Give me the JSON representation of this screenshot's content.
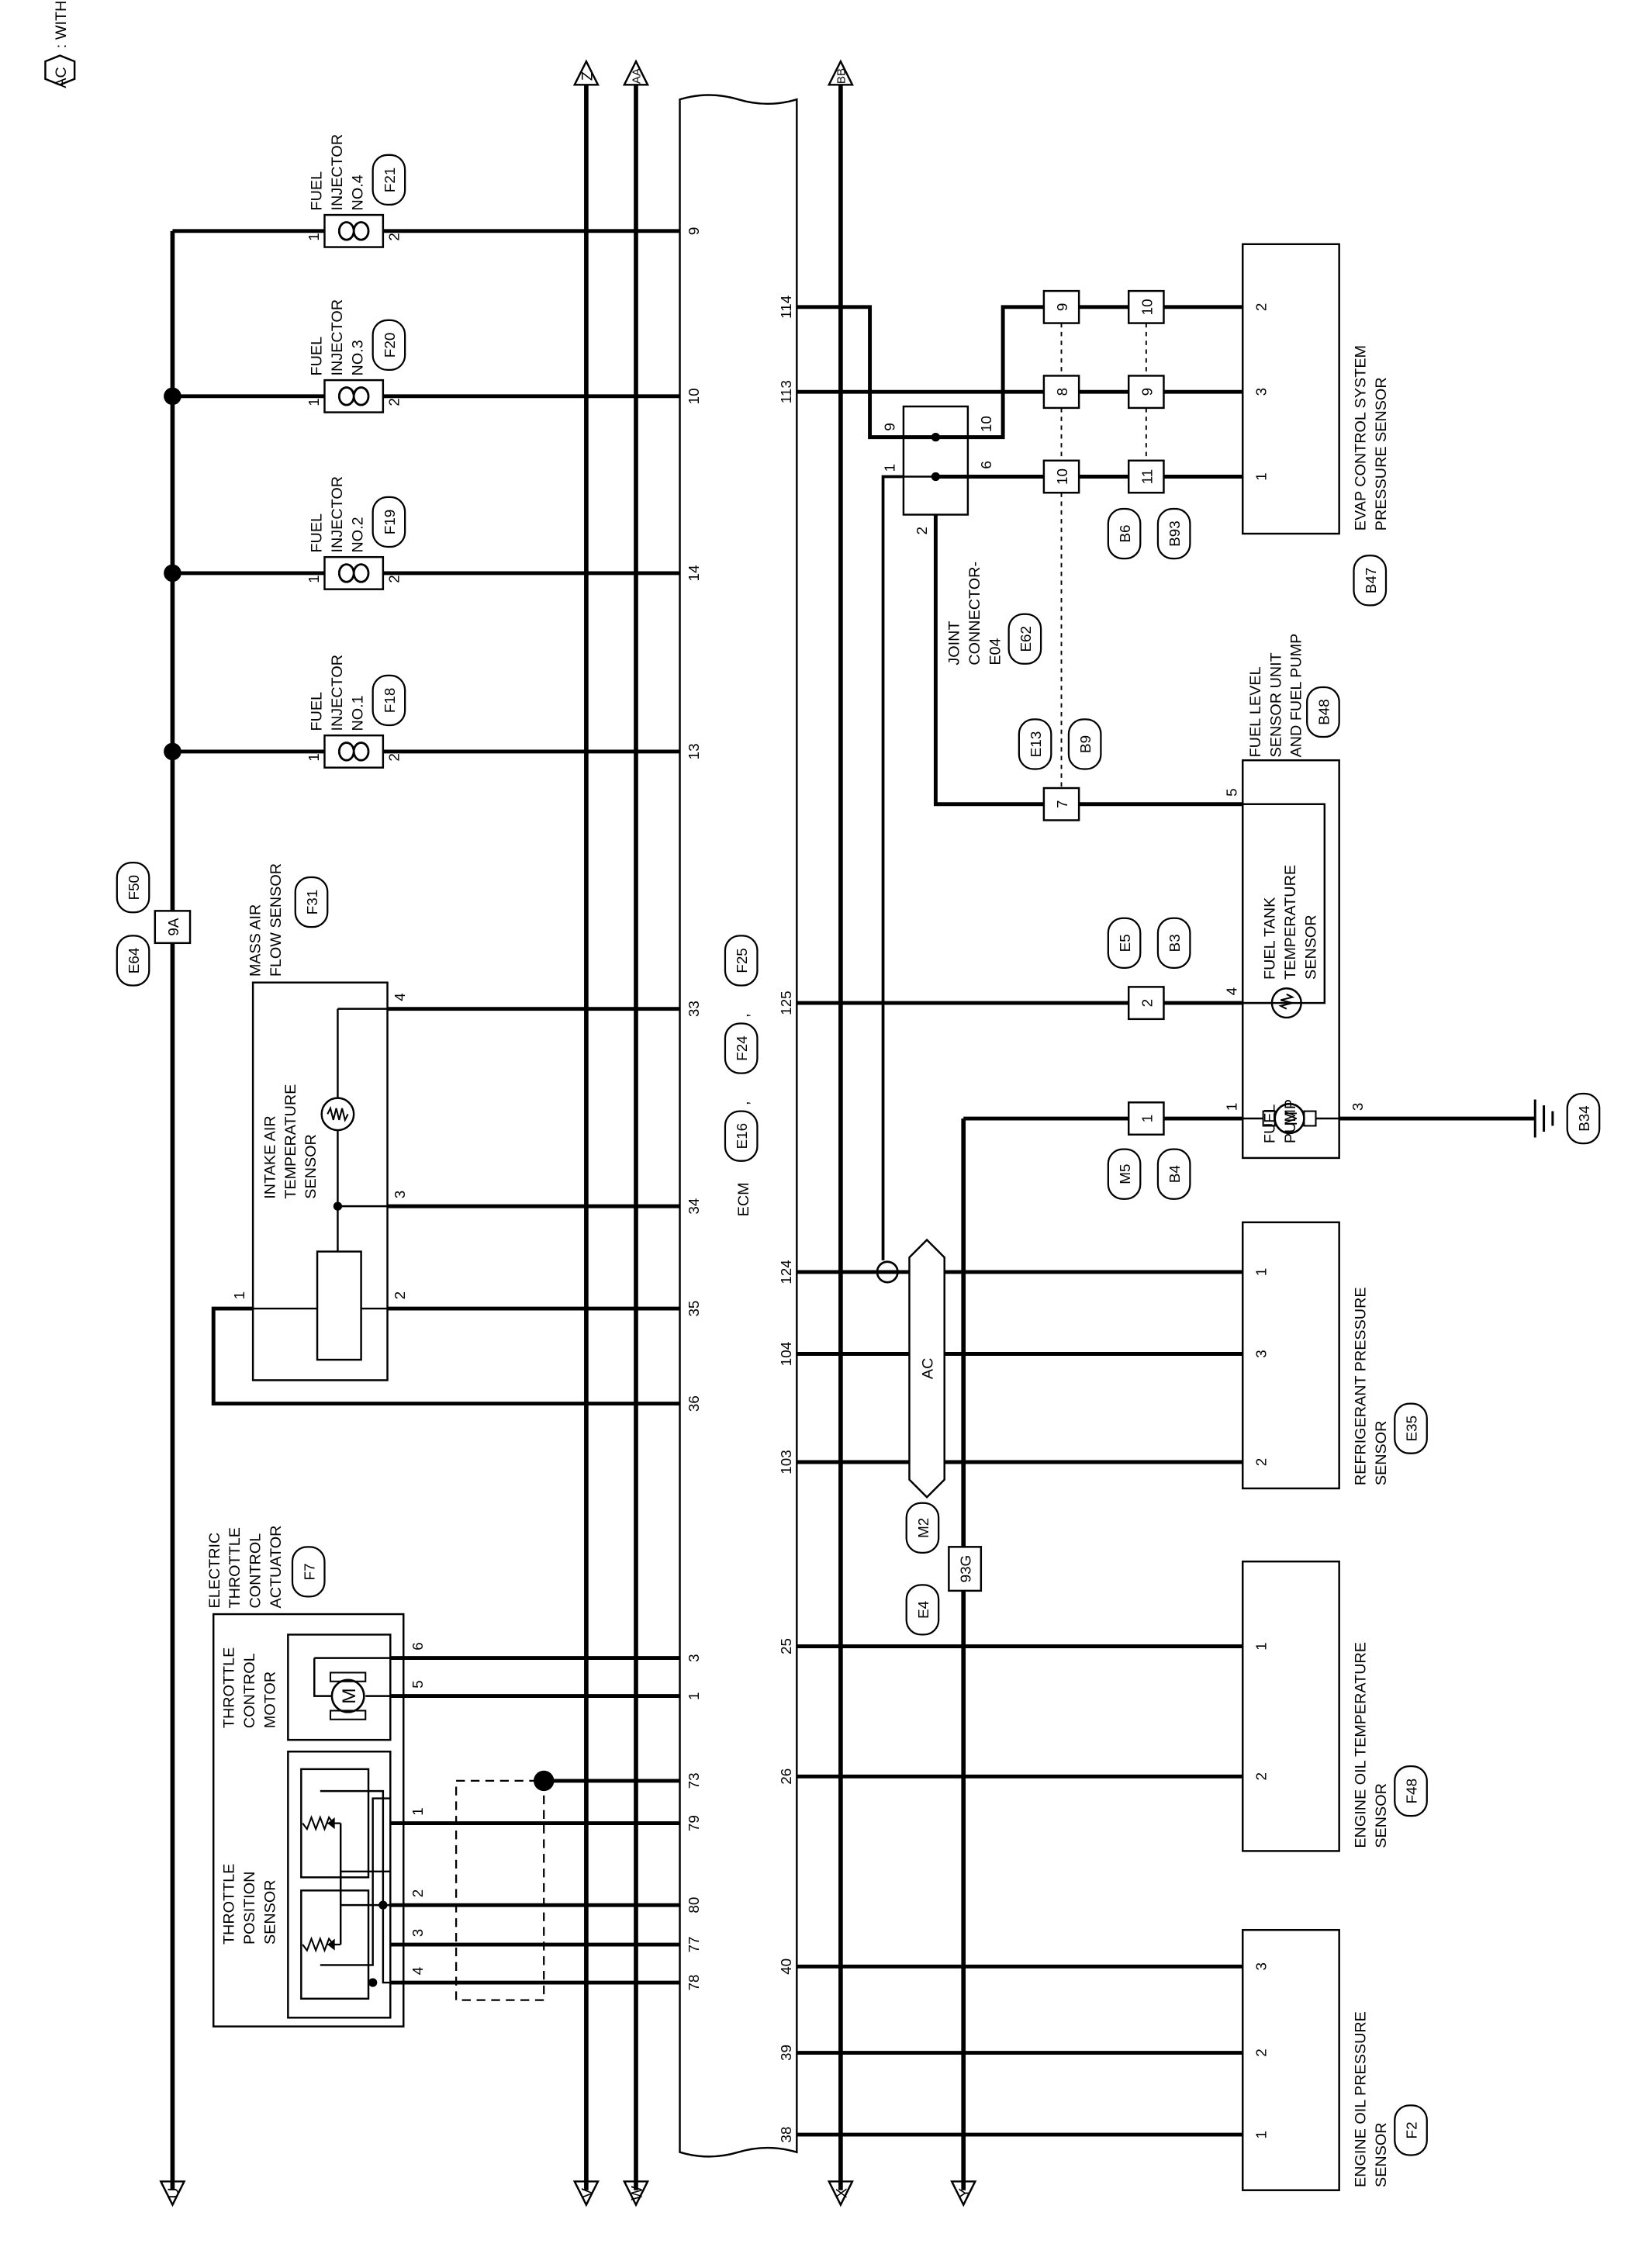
{
  "legend": {
    "code": "AC",
    "text": ": WITH A/C"
  },
  "ecm": {
    "label": "ECM",
    "connectors": [
      "E16",
      "F24",
      "F25"
    ]
  },
  "arrows": {
    "u": "U",
    "v": "V",
    "w": "W",
    "x": "X",
    "y": "Y",
    "z": "Z",
    "aa": "AA",
    "bb": "BB"
  },
  "ground": {
    "code": "B34"
  },
  "joint": {
    "name1": "E64",
    "name2": "F50",
    "pin": "9A",
    "j_lines": [
      "JOINT",
      "CONNECTOR-",
      "E04"
    ],
    "j_code": "E62",
    "p1": "1",
    "p2": "2",
    "p6": "6",
    "p9": "9",
    "p10": "10"
  },
  "inline": {
    "e13": "E13",
    "b9": "B9",
    "p7": "7",
    "e5": "E5",
    "b3": "B3",
    "p2": "2",
    "m5": "M5",
    "b4": "B4",
    "p1": "1",
    "b6": "B6",
    "b93": "B93",
    "b6_pins": [
      "9",
      "8",
      "10"
    ],
    "b93_pins": [
      "10",
      "9",
      "11"
    ],
    "ac_code": "AC",
    "m2": "M2",
    "e4": "E4",
    "p93g": "93G"
  },
  "injectors": [
    {
      "lines": [
        "FUEL",
        "INJECTOR",
        "NO.1"
      ],
      "code": "F18",
      "p1": "1",
      "p2": "2",
      "ecm_pin": "13"
    },
    {
      "lines": [
        "FUEL",
        "INJECTOR",
        "NO.2"
      ],
      "code": "F19",
      "p1": "1",
      "p2": "2",
      "ecm_pin": "14"
    },
    {
      "lines": [
        "FUEL",
        "INJECTOR",
        "NO.3"
      ],
      "code": "F20",
      "p1": "1",
      "p2": "2",
      "ecm_pin": "10"
    },
    {
      "lines": [
        "FUEL",
        "INJECTOR",
        "NO.4"
      ],
      "code": "F21",
      "p1": "1",
      "p2": "2",
      "ecm_pin": "9"
    }
  ],
  "maf": {
    "lines": [
      "MASS AIR",
      "FLOW SENSOR"
    ],
    "code": "F31",
    "iat_lines": [
      "INTAKE AIR",
      "TEMPERATURE",
      "SENSOR"
    ],
    "p1": "1",
    "p2": "2",
    "p3": "3",
    "p4": "4",
    "ecm_pins": [
      "33",
      "34",
      "35",
      "36"
    ]
  },
  "throttle": {
    "lines": [
      "ELECTRIC",
      "THROTTLE",
      "CONTROL",
      "ACTUATOR"
    ],
    "code": "F7",
    "motor_lines": [
      "THROTTLE",
      "CONTROL",
      "MOTOR"
    ],
    "tps_lines": [
      "THROTTLE",
      "POSITION",
      "SENSOR"
    ],
    "p1": "1",
    "p2": "2",
    "p3": "3",
    "p4": "4",
    "p5": "5",
    "p6": "6",
    "ecm_pins": [
      "3",
      "1",
      "73",
      "79",
      "80",
      "77",
      "78"
    ]
  },
  "evap": {
    "lines": [
      "EVAP CONTROL SYSTEM",
      "PRESSURE SENSOR"
    ],
    "code": "B47",
    "pins": [
      "2",
      "3",
      "1"
    ],
    "ecm_pins": [
      "114",
      "113"
    ]
  },
  "fuel_level": {
    "lines": [
      "FUEL LEVEL",
      "SENSOR UNIT",
      "AND FUEL PUMP"
    ],
    "code": "B48",
    "ftt_lines": [
      "FUEL TANK",
      "TEMPERATURE",
      "SENSOR"
    ],
    "pump_lines": [
      "FUEL",
      "PUMP"
    ],
    "p5": "5",
    "p4": "4",
    "p1": "1",
    "p3": "3",
    "ecm_pin": "125"
  },
  "refrig": {
    "lines": [
      "REFRIGERANT PRESSURE",
      "SENSOR"
    ],
    "code": "E35",
    "pins": [
      "1",
      "3",
      "2"
    ],
    "ecm_pins": [
      "124",
      "104",
      "103"
    ]
  },
  "oil_temp": {
    "lines": [
      "ENGINE OIL TEMPERATURE",
      "SENSOR"
    ],
    "code": "F48",
    "pins": [
      "1",
      "2"
    ],
    "ecm_pins": [
      "25",
      "26"
    ]
  },
  "oil_press": {
    "lines": [
      "ENGINE OIL PRESSURE",
      "SENSOR"
    ],
    "code": "F2",
    "pins": [
      "3",
      "2",
      "1"
    ],
    "ecm_pins": [
      "40",
      "39",
      "38"
    ]
  }
}
